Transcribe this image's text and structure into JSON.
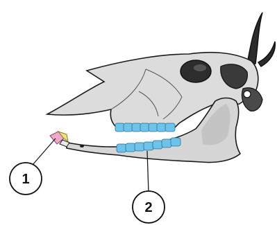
{
  "diagram": {
    "callouts": [
      {
        "id": "1",
        "label": "1"
      },
      {
        "id": "2",
        "label": "2"
      }
    ]
  },
  "colors": {
    "bone": "#dcdcdc",
    "bone_shade": "#b9b9b9",
    "outline": "#1a1a1a",
    "molars": "#6ec3ea",
    "incisor_pink": "#f0a8c8",
    "incisor_yellow": "#f3e27a",
    "horn": "#2b2b2b"
  }
}
